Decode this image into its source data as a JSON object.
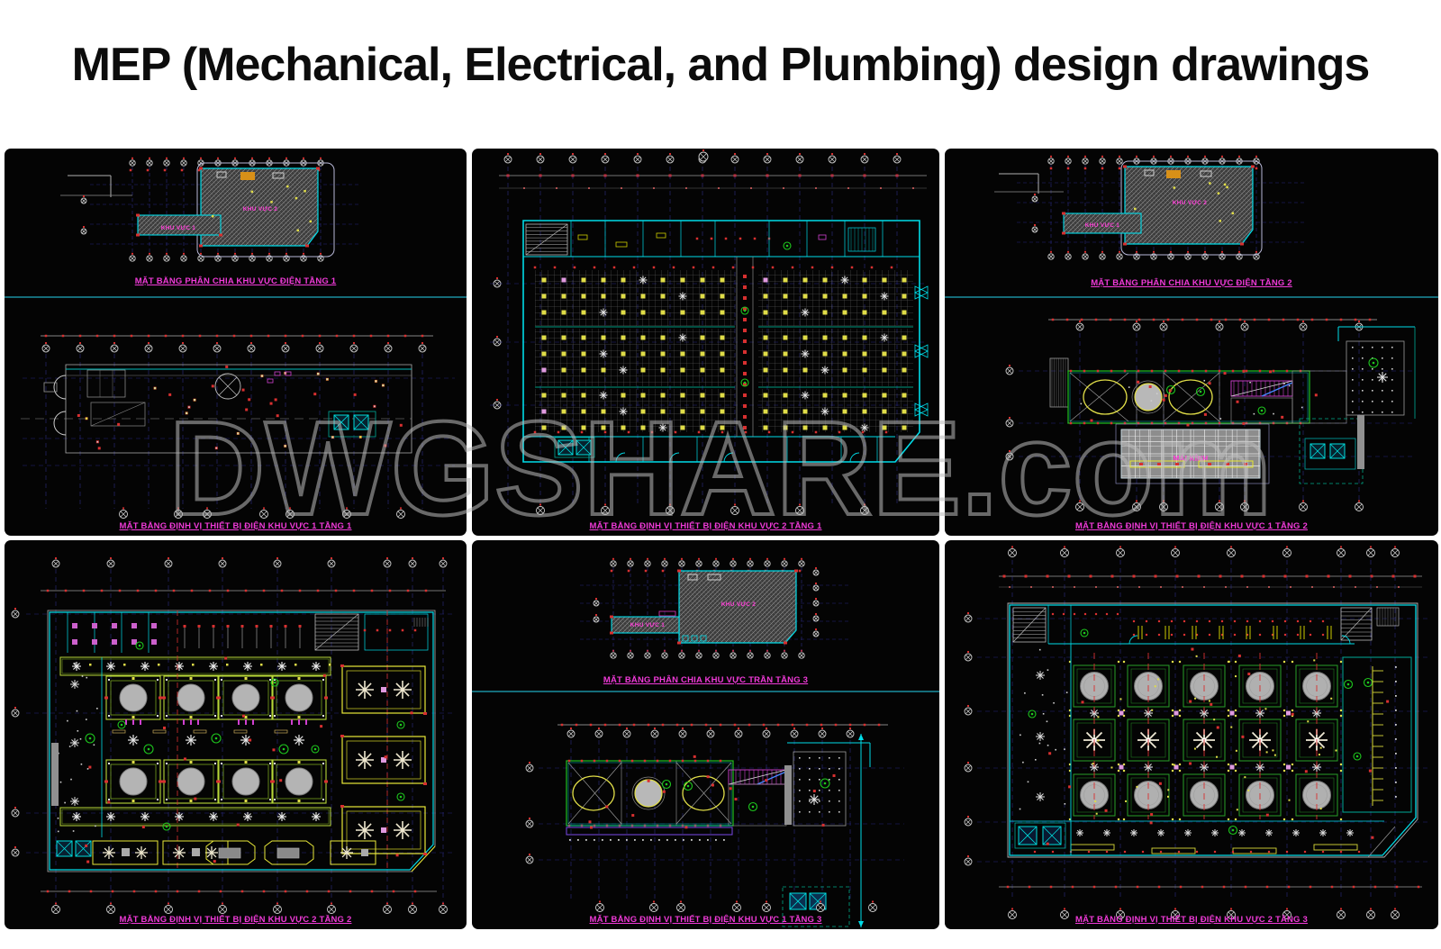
{
  "page": {
    "title": "MEP (Mechanical, Electrical, and Plumbing) design drawings"
  },
  "watermark": {
    "text": "DWGSHARE.com"
  },
  "colors": {
    "panel_bg": "#040404",
    "cyan": "#00dce8",
    "teal": "#0aa890",
    "divider": "#1b8fa0",
    "magenta": "#ff3fd8",
    "caption_magenta": "#f03ad8",
    "yellow": "#e0dd48",
    "lime": "#b8d838",
    "green": "#1ec81e",
    "red": "#d83030",
    "grid_blue": "#34349e",
    "gray": "#9a9a9a",
    "white": "#cfcfcf",
    "pink": "#e09ae0",
    "purple": "#7848e8",
    "orange": "#d89018",
    "glass_blue": "#7ab8d8",
    "watermark_gray": "#bdbdbd"
  },
  "panels": [
    {
      "id": "zone-plan-floor1",
      "scene": "A",
      "caption_zone": "MẶT BẰNG PHÂN CHIA KHU VỰC ĐIỆN  TẦNG 1",
      "caption_main": "MẶT BẰNG ĐỊNH VỊ THIẾT BỊ ĐIỆN KHU VỰC 1 TẦNG 1",
      "labels": {
        "zone1": "KHU VỰC 1",
        "zone2": "KHU VỰC 2"
      }
    },
    {
      "id": "device-plan-zone2-floor1",
      "scene": "B",
      "caption_main": "MẶT BẰNG ĐỊNH VỊ THIẾT BỊ ĐIỆN KHU VỰC 2 TẦNG 1"
    },
    {
      "id": "zone-plan-floor2",
      "scene": "C",
      "caption_zone": "MẶT BẰNG PHÂN CHIA KHU VỰC ĐIỆN TẦNG 2",
      "caption_main": "MẶT BẰNG ĐỊNH VỊ THIẾT BỊ ĐIỆN KHU VỰC 1 TẦNG 2",
      "labels": {
        "zone1": "KHU VỰC 1",
        "zone2": "KHU VỰC 2",
        "glass": "MÁI KÍNH"
      }
    },
    {
      "id": "device-plan-zone2-floor2",
      "scene": "D",
      "caption_main": "MẶT BẰNG ĐỊNH VỊ THIẾT BỊ ĐIỆN KHU VỰC 2 TẦNG 2"
    },
    {
      "id": "zone-plan-floor3",
      "scene": "E",
      "caption_zone": "MẶT BẰNG PHÂN CHIA KHU VỰC TRẦN  TẦNG 3",
      "caption_main": "MẶT BẰNG ĐỊNH VỊ THIẾT BỊ ĐIỆN KHU VỰC  1 TẦNG 3",
      "labels": {
        "zone1": "KHU VỰC 1",
        "zone2": "KHU VỰC 2"
      }
    },
    {
      "id": "device-plan-zone2-floor3",
      "scene": "F",
      "caption_main": "MẶT BẰNG ĐỊNH VỊ THIẾT BỊ ĐIỆN KHU VỰC 2 TẦNG 3"
    }
  ]
}
